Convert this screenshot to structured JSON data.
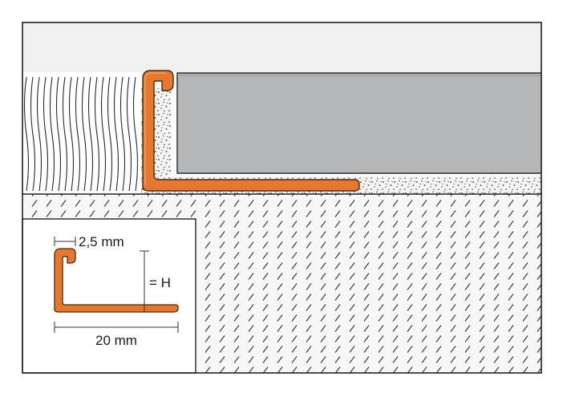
{
  "inset": {
    "lip_width_label": "2,5 mm",
    "height_label": "= H",
    "base_width_label": "20 mm"
  },
  "colors": {
    "profile_fill": "#e8772e",
    "profile_outline": "#4a2a10",
    "tile_fill": "#b5b7b9",
    "wall_fill": "#f0f0f0",
    "mortar_fill": "#f4f4f4",
    "screed_fill": "#f7f7f7",
    "line": "#222222"
  }
}
